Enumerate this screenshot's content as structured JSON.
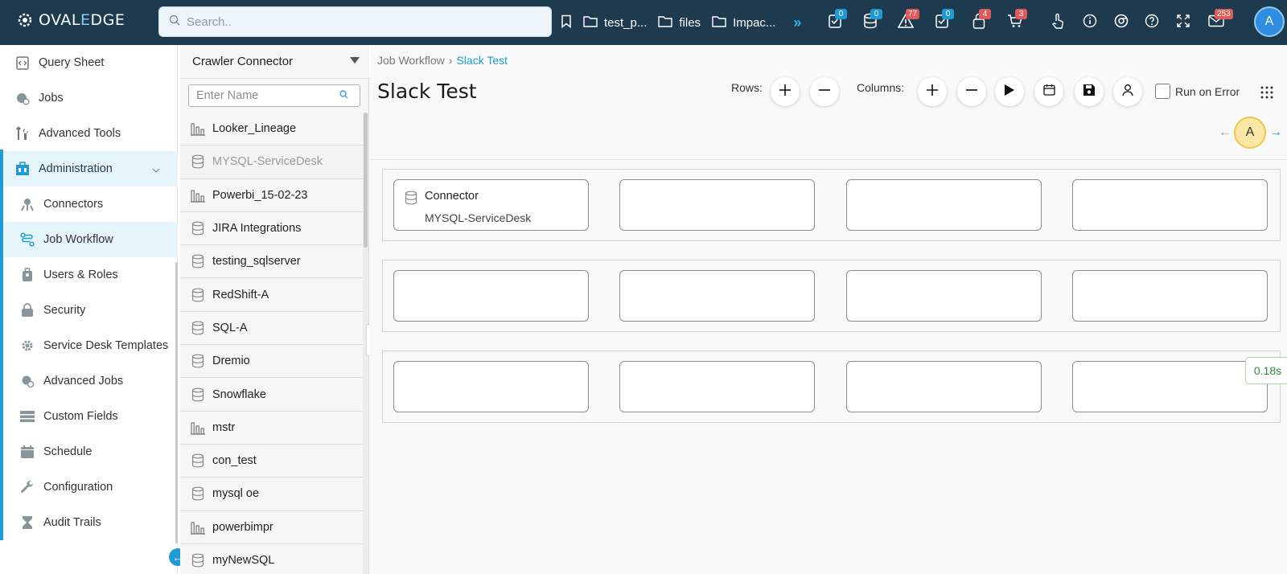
{
  "app": {
    "logo_prefix": "OVAL",
    "logo_e": "E",
    "logo_suffix": "DGE"
  },
  "topbar": {
    "search_placeholder": "Search..",
    "shortcuts": [
      {
        "label": "test_p...",
        "icon": "folder-icon"
      },
      {
        "label": "files",
        "icon": "folder-icon"
      },
      {
        "label": "Impac...",
        "icon": "folder-icon"
      }
    ],
    "more_label": "»",
    "badges": {
      "tasks": "0",
      "databases": "0",
      "alerts": "77",
      "checklist": "0",
      "access": "4",
      "cart": "3",
      "messages": "253"
    },
    "avatar_initial": "A"
  },
  "sidebar": {
    "items": [
      {
        "label": "Query Sheet",
        "icon": "query-sheet-icon"
      },
      {
        "label": "Jobs",
        "icon": "jobs-icon"
      },
      {
        "label": "Advanced Tools",
        "icon": "tools-icon"
      },
      {
        "label": "Administration",
        "icon": "admin-icon"
      },
      {
        "label": "Connectors",
        "icon": "connectors-icon"
      },
      {
        "label": "Job Workflow",
        "icon": "workflow-icon"
      },
      {
        "label": "Users & Roles",
        "icon": "users-icon"
      },
      {
        "label": "Security",
        "icon": "lock-icon"
      },
      {
        "label": "Service Desk Templates",
        "icon": "gear-icon"
      },
      {
        "label": "Advanced Jobs",
        "icon": "advanced-jobs-icon"
      },
      {
        "label": "Custom Fields",
        "icon": "custom-fields-icon"
      },
      {
        "label": "Schedule",
        "icon": "calendar-icon"
      },
      {
        "label": "Configuration",
        "icon": "wrench-icon"
      },
      {
        "label": "Audit Trails",
        "icon": "hourglass-icon"
      }
    ],
    "collapse_label": "←"
  },
  "panel": {
    "selected_type": "Crawler Connector",
    "name_placeholder": "Enter Name",
    "items": [
      {
        "name": "Looker_Lineage",
        "icon": "bar-chart-icon"
      },
      {
        "name": "MYSQL-ServiceDesk",
        "icon": "database-icon"
      },
      {
        "name": "Powerbi_15-02-23",
        "icon": "bar-chart-icon"
      },
      {
        "name": "JIRA Integrations",
        "icon": "database-icon"
      },
      {
        "name": "testing_sqlserver",
        "icon": "database-icon"
      },
      {
        "name": "RedShift-A",
        "icon": "database-icon"
      },
      {
        "name": "SQL-A",
        "icon": "database-icon"
      },
      {
        "name": "Dremio",
        "icon": "database-icon"
      },
      {
        "name": "Snowflake",
        "icon": "database-icon"
      },
      {
        "name": "mstr",
        "icon": "bar-chart-icon"
      },
      {
        "name": "con_test",
        "icon": "database-icon"
      },
      {
        "name": "mysql oe",
        "icon": "database-icon"
      },
      {
        "name": "powerbimpr",
        "icon": "bar-chart-icon"
      },
      {
        "name": "myNewSQL",
        "icon": "database-icon"
      }
    ]
  },
  "main": {
    "breadcrumb_parent": "Job Workflow",
    "breadcrumb_sep": "›",
    "breadcrumb_current": "Slack Test",
    "title": "Slack Test",
    "rows_label": "Rows:",
    "columns_label": "Columns:",
    "run_on_error_label": "Run on Error",
    "user_initial": "A",
    "prev_arrow": "←",
    "next_arrow": "→",
    "cell": {
      "type": "Connector",
      "name": "MYSQL-ServiceDesk"
    },
    "timer": "0.18s"
  },
  "colors": {
    "topbar": "#1d3a4f",
    "accent": "#1e9ad6",
    "badge_red": "#e05a5a"
  }
}
